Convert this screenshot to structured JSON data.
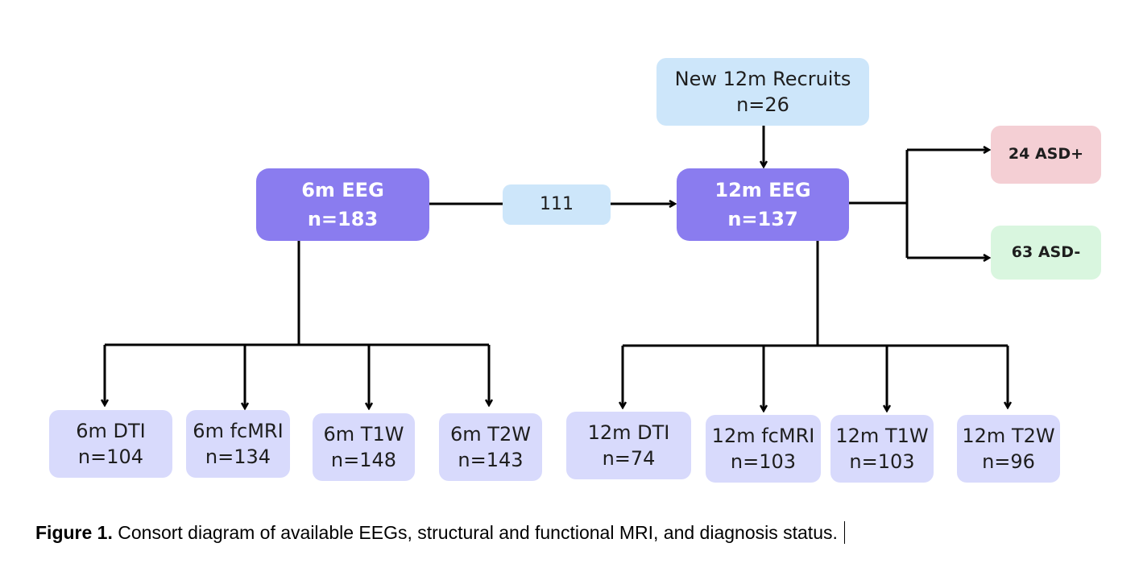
{
  "nodes": {
    "recruits": {
      "label": "New 12m Recruits",
      "n": "n=26"
    },
    "eeg6": {
      "label": "6m EEG",
      "n": "n=183"
    },
    "link": {
      "label": "111"
    },
    "eeg12": {
      "label": "12m EEG",
      "n": "n=137"
    },
    "asd_pos": {
      "label": "24 ASD+"
    },
    "asd_neg": {
      "label": "63 ASD-"
    },
    "dti6": {
      "label": "6m DTI",
      "n": "n=104"
    },
    "fcmri6": {
      "label": "6m fcMRI",
      "n": "n=134"
    },
    "t1w6": {
      "label": "6m T1W",
      "n": "n=148"
    },
    "t2w6": {
      "label": "6m T2W",
      "n": "n=143"
    },
    "dti12": {
      "label": "12m DTI",
      "n": "n=74"
    },
    "fcmri12": {
      "label": "12m fcMRI",
      "n": "n=103"
    },
    "t1w12": {
      "label": "12m T1W",
      "n": "n=103"
    },
    "t2w12": {
      "label": "12m T2W",
      "n": "n=96"
    }
  },
  "caption": {
    "label": "Figure 1.",
    "text": " Consort diagram of available EEGs, structural and functional MRI, and diagnosis status."
  },
  "colors": {
    "eeg": "#8a7cef",
    "recruit": "#cde6fa",
    "modality": "#d8dafc",
    "asd_positive": "#f4cfd4",
    "asd_negative": "#d9f6df",
    "line": "#000000"
  }
}
